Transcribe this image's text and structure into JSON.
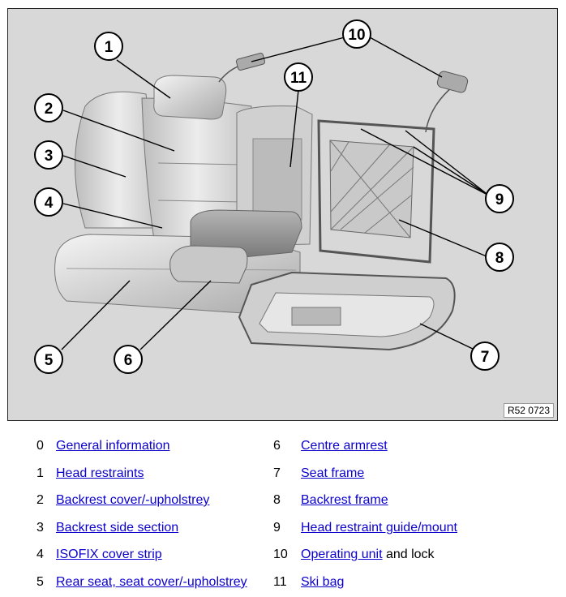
{
  "figure": {
    "id_label": "R52 0723",
    "callouts": [
      "1",
      "2",
      "3",
      "4",
      "5",
      "6",
      "7",
      "8",
      "9",
      "10",
      "11"
    ]
  },
  "legend": [
    {
      "num": "0",
      "link": "General information",
      "suffix": ""
    },
    {
      "num": "1",
      "link": "Head restraints",
      "suffix": ""
    },
    {
      "num": "2",
      "link": "Backrest cover/-upholstrey",
      "suffix": ""
    },
    {
      "num": "3",
      "link": "Backrest side section",
      "suffix": ""
    },
    {
      "num": "4",
      "link": "ISOFIX cover strip",
      "suffix": ""
    },
    {
      "num": "5",
      "link": "Rear seat, seat cover/-upholstrey",
      "suffix": ""
    },
    {
      "num": "6",
      "link": "Centre armrest",
      "suffix": ""
    },
    {
      "num": "7",
      "link": "Seat frame",
      "suffix": ""
    },
    {
      "num": "8",
      "link": "Backrest frame",
      "suffix": ""
    },
    {
      "num": "9",
      "link": "Head restraint guide/mount",
      "suffix": ""
    },
    {
      "num": "10",
      "link": "Operating unit",
      "suffix": " and lock"
    },
    {
      "num": "11",
      "link": "Ski bag",
      "suffix": ""
    }
  ]
}
